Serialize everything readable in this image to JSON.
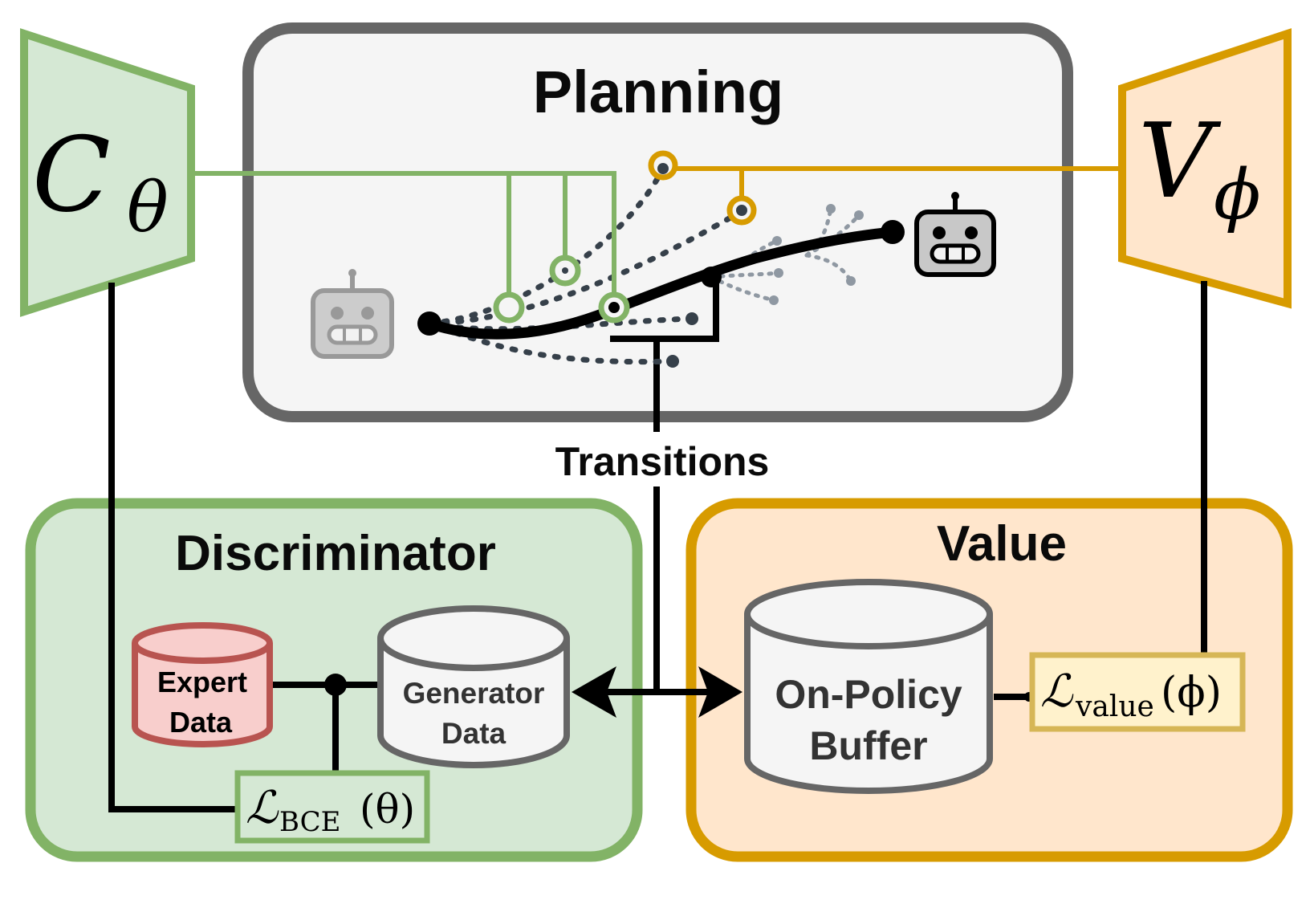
{
  "labels": {
    "planning": "Planning",
    "discriminator": "Discriminator",
    "value": "Value",
    "transitions": "Transitions"
  },
  "networks": {
    "critic": {
      "symbol": "C",
      "subscript": "θ"
    },
    "value_net": {
      "symbol": "V",
      "subscript": "ϕ"
    }
  },
  "databases": {
    "expert": {
      "line1": "Expert",
      "line2": "Data"
    },
    "generator": {
      "line1": "Generator",
      "line2": "Data"
    },
    "buffer": {
      "line1": "On-Policy",
      "line2": "Buffer"
    }
  },
  "losses": {
    "bce": {
      "script": "ℒ",
      "sub": "BCE",
      "arg": "(θ)"
    },
    "value": {
      "script": "ℒ",
      "sub": "value",
      "arg": "(ϕ)"
    }
  },
  "icons": [
    "robot-start-icon",
    "robot-goal-icon"
  ],
  "colors": {
    "green": "#82b366",
    "green_fill": "#d5e8d4",
    "orange": "#d79b00",
    "orange_fill": "#ffe6cc",
    "gray": "#666666",
    "gray_fill": "#f5f5f5",
    "red": "#b85450",
    "red_fill": "#f8cecc",
    "yellow": "#d6b656",
    "yellow_fill": "#fff2cc",
    "dark": "#36404a"
  }
}
